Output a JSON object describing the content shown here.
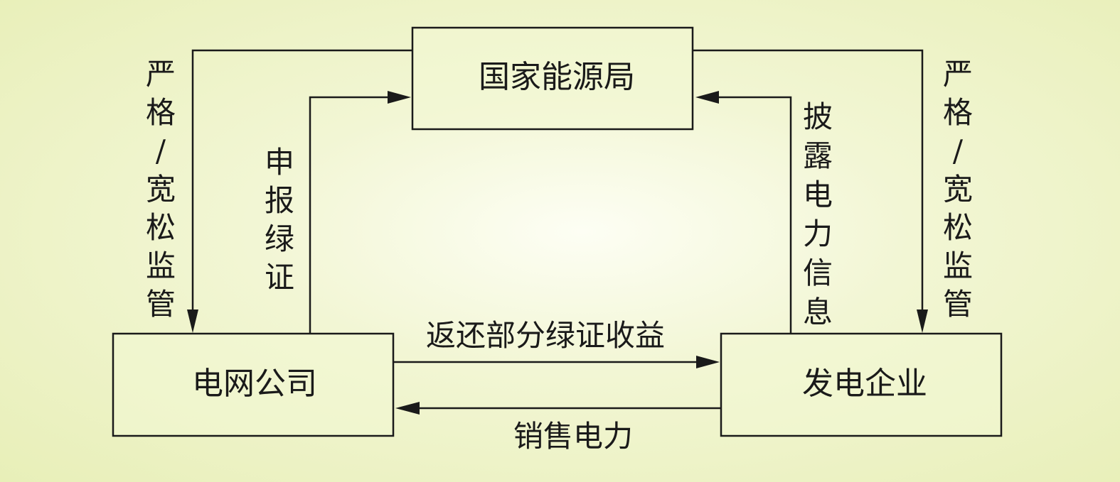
{
  "nodes": {
    "nea": {
      "label": "国家能源局"
    },
    "grid": {
      "label": "电网公司"
    },
    "gen": {
      "label": "发电企业"
    }
  },
  "edges": {
    "nea_to_grid": {
      "label": "严格/宽松监管"
    },
    "nea_to_gen": {
      "label": "严格/宽松监管"
    },
    "grid_to_nea": {
      "label": "申报绿证"
    },
    "gen_to_nea": {
      "label": "披露电力信息"
    },
    "grid_to_gen": {
      "label": "返还部分绿证收益"
    },
    "gen_to_grid": {
      "label": "销售电力"
    }
  }
}
